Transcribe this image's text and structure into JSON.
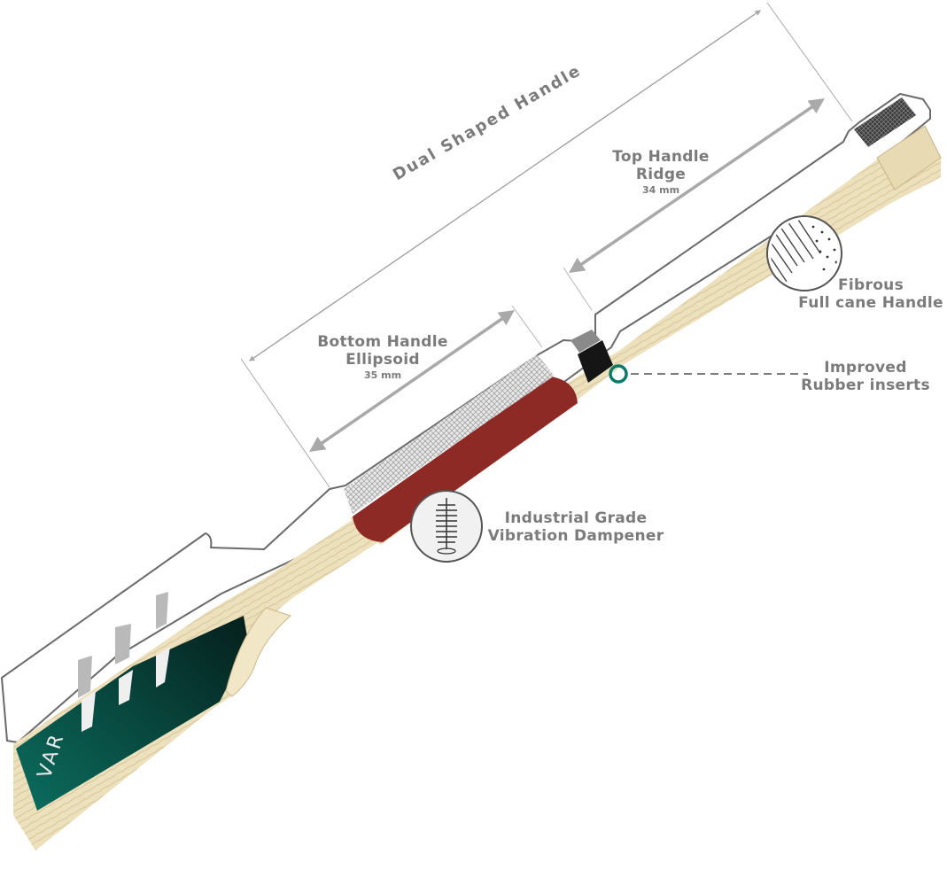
{
  "labels": {
    "dual_shaped_handle": "Dual  Shaped  Handle",
    "top_handle_ridge": {
      "line1": "Top Handle",
      "line2": "Ridge",
      "measure": "34 mm"
    },
    "bottom_handle_ellipsoid": {
      "line1": "Bottom Handle",
      "line2": "Ellipsoid",
      "measure": "35 mm"
    },
    "fibrous": {
      "line1": "Fibrous",
      "line2": "Full cane Handle"
    },
    "rubber": {
      "line1": "Improved",
      "line2": "Rubber inserts"
    },
    "dampener": {
      "line1": "Industrial Grade",
      "line2": "Vibration Dampener"
    },
    "brand_fragment": "VAR"
  },
  "colors": {
    "wood": "#ece0bd",
    "wood_grain": "#d8c79a",
    "grip_red": "#8e2a26",
    "blade_teal": "#0b6e5f",
    "blade_dark": "#06302b",
    "arrow_gray": "#a9a9a9",
    "outline": "#6a6a6a",
    "accent_ring": "#0c7a6a"
  }
}
